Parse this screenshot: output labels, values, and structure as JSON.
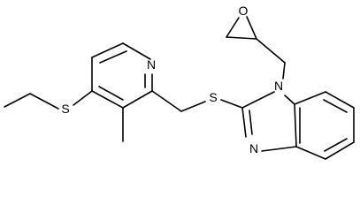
{
  "molecule": {
    "atoms": {
      "N_pyridine": "N",
      "S_ethylthio": "S",
      "S_linker": "S",
      "N1_benzimidazole": "N",
      "N3_benzimidazole": "N",
      "O_epoxide": "O"
    }
  }
}
